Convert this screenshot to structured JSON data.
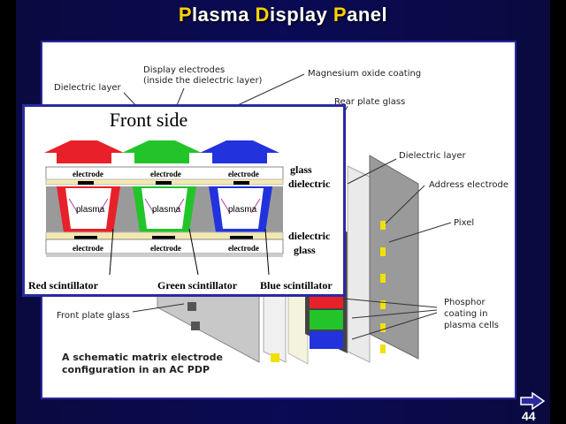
{
  "slide": {
    "title_parts": [
      {
        "cap": "P",
        "rest": "lasma "
      },
      {
        "cap": "D",
        "rest": "isplay "
      },
      {
        "cap": "P",
        "rest": "anel"
      }
    ],
    "page_number": "44"
  },
  "diagram": {
    "labels": {
      "dielectric_layer_top": "Dielectric layer",
      "display_electrodes_1": "Display electrodes",
      "display_electrodes_2": "(inside the dielectric layer)",
      "magnesium": "Magnesium oxide coating",
      "rear_plate": "Rear plate glass",
      "dielectric_layer_right": "Dielectric layer",
      "address_electrode": "Address electrode",
      "pixel": "Pixel",
      "phosphor_1": "Phosphor",
      "phosphor_2": "coating in",
      "phosphor_3": "plasma cells",
      "front_plate": "Front plate glass",
      "caption_1": "A schematic matrix electrode",
      "caption_2": "configuration in an AC PDP"
    },
    "inset": {
      "title": "Front side",
      "electrode": "electrode",
      "plasma": "plasma",
      "glass_dielectric_1": "glass",
      "glass_dielectric_2": "dielectric",
      "dielectric_glass_1": "dielectric",
      "dielectric_glass_2": "glass",
      "red_scint": "Red scintillator",
      "green_scint": "Green scintillator",
      "blue_scint": "Blue scintillator"
    },
    "colors": {
      "red": "#e8202a",
      "green": "#22c42a",
      "blue": "#2233dd",
      "title_accent": "#ffd200"
    }
  }
}
